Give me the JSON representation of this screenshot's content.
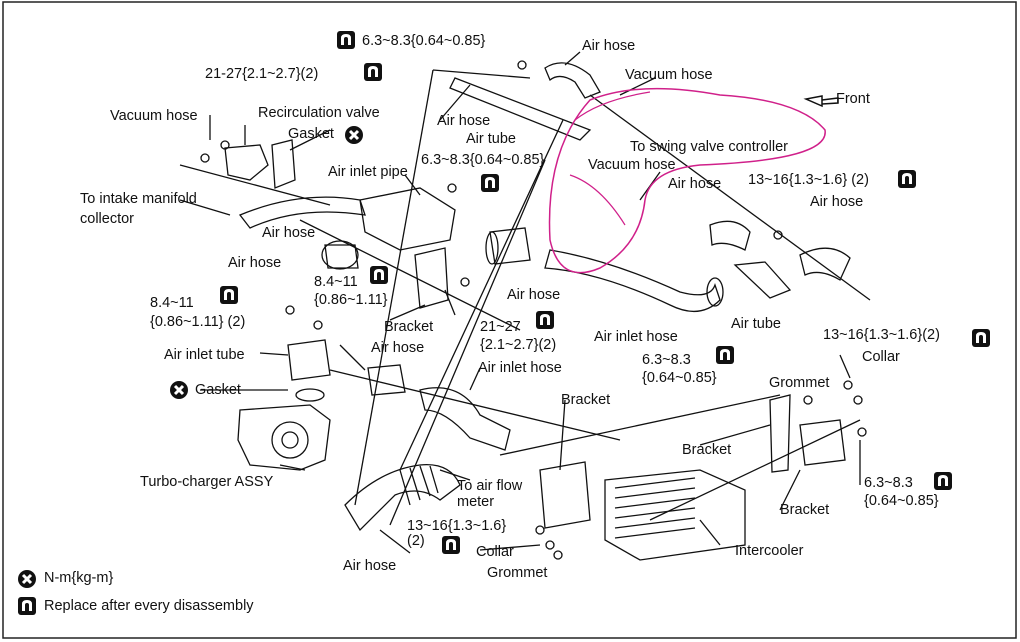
{
  "diagram": {
    "labels": {
      "torque_top": "6.3~8.3{0.64~0.85}",
      "air_hose_top": "Air hose",
      "vacuum_hose_top": "Vacuum hose",
      "front": "Front",
      "torque_21_27_top": "21-27{2.1~2.7}(2)",
      "vacuum_hose_left": "Vacuum hose",
      "recirculation_valve": "Recirculation valve",
      "gasket_top": "Gasket",
      "air_hose_tube": "Air hose",
      "air_tube_top": "Air tube",
      "swing_valve": "To swing valve controller",
      "torque_mid": "6.3~8.3{0.64~0.85}",
      "vacuum_hose_mid": "Vacuum hose",
      "air_inlet_pipe": "Air inlet pipe",
      "to_intake": "To intake manifold",
      "collector": "collector",
      "air_hose_pipe": "Air hose",
      "air_hose_left": "Air hose",
      "air_hose_center_right": "Air hose",
      "torque_13_16_right": "13~16{1.3~1.6} (2)",
      "air_hose_right": "Air hose",
      "torque_84_mid_1": "8.4~11",
      "torque_84_mid_2": "{0.86~1.11}",
      "air_hose_center": "Air hose",
      "bracket_mid": "Bracket",
      "torque_21_27_mid_1": "21~27",
      "torque_21_27_mid_2": "{2.1~2.7}(2)",
      "air_inlet_hose_right": "Air inlet hose",
      "air_tube_right": "Air tube",
      "torque_84_left_1": "8.4~11",
      "torque_84_left_2": "{0.86~1.11} (2)",
      "air_inlet_tube": "Air inlet tube",
      "air_hose_lower": "Air hose",
      "torque_13_16_collar": "13~16{1.3~1.6}(2)",
      "collar_right": "Collar",
      "torque_63_right_1": "6.3~8.3",
      "torque_63_right_2": "{0.64~0.85}",
      "grommet_right": "Grommet",
      "air_inlet_hose_mid": "Air inlet hose",
      "gasket_left": "Gasket",
      "bracket_center": "Bracket",
      "bracket_right_mid": "Bracket",
      "turbo": "Turbo-charger ASSY",
      "to_air_flow": "To air flow",
      "meter": "meter",
      "torque_63_far_1": "6.3~8.3",
      "torque_63_far_2": "{0.64~0.85}",
      "bracket_right_low": "Bracket",
      "torque_13_16_low": "13~16{1.3~1.6}",
      "torque_2_low": "(2)",
      "collar_low": "Collar",
      "intercooler": "Intercooler",
      "air_hose_bottom": "Air hose",
      "grommet_low": "Grommet"
    }
  },
  "legend": {
    "items": [
      {
        "icon": "do-not-reuse-icon",
        "text": "N-m{kg-m}"
      },
      {
        "icon": "replace-part-icon",
        "text": "Replace after every disassembly"
      }
    ]
  },
  "colors": {
    "ink": "#111111",
    "highlight": "#d0208a"
  }
}
